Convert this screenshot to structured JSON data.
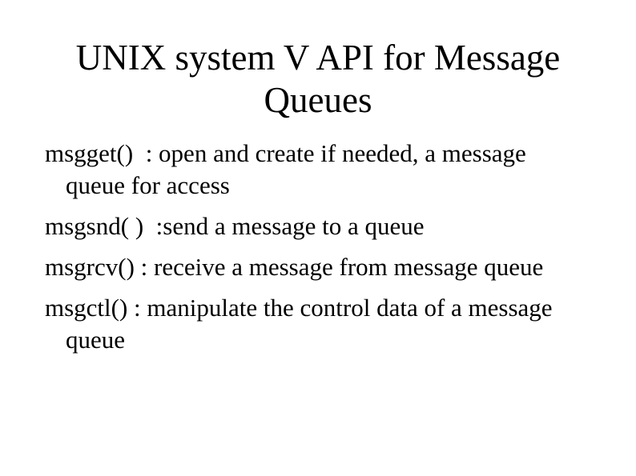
{
  "slide": {
    "background_color": "#ffffff",
    "text_color": "#000000",
    "title": {
      "lines": [
        "UNIX system V API for Message",
        "Queues"
      ]
    },
    "body": {
      "paragraphs": [
        {
          "lines": [
            "msgget()  : open and create if needed, a message",
            "queue for access"
          ]
        },
        {
          "lines": [
            "msgsnd( )  :send a message to a queue"
          ]
        },
        {
          "lines": [
            "msgrcv() : receive a message from message queue"
          ]
        },
        {
          "lines": [
            "msgctl() : manipulate the control data of a message",
            "queue"
          ]
        }
      ]
    }
  }
}
